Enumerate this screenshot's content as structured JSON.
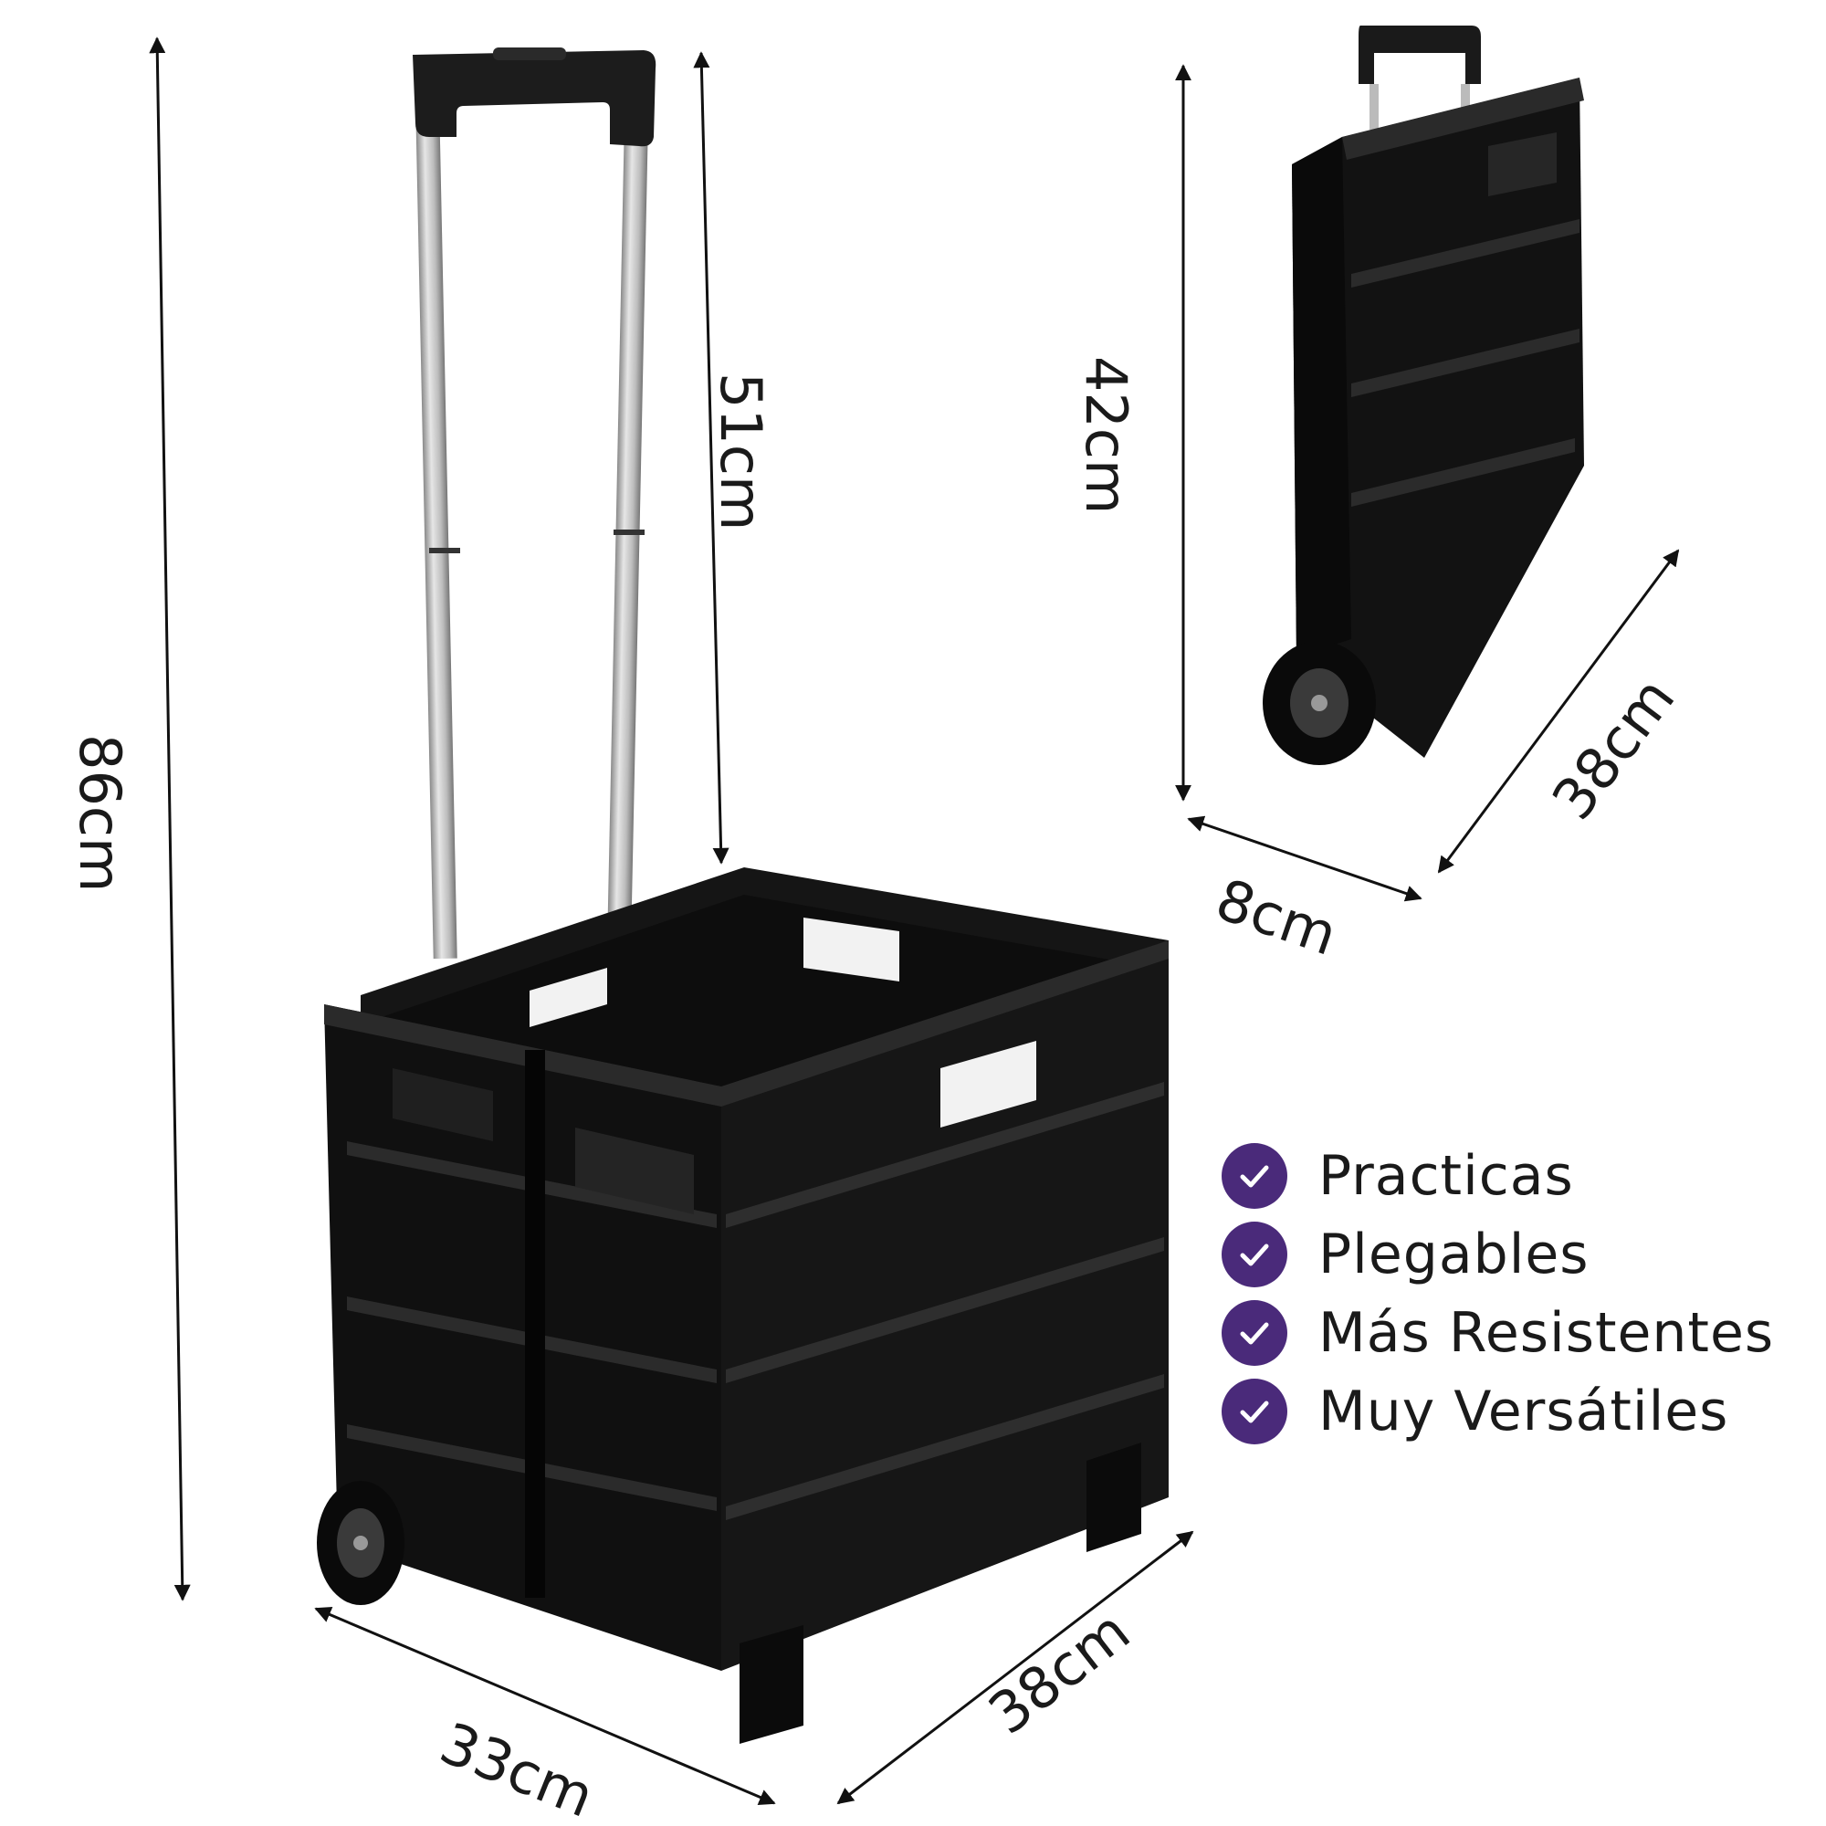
{
  "dimensions": {
    "total_height": "86cm",
    "handle_height": "51cm",
    "base_width": "33cm",
    "base_depth": "38cm",
    "folded_height": "42cm",
    "folded_thickness": "8cm",
    "folded_depth": "38cm"
  },
  "features": [
    {
      "label": "Practicas"
    },
    {
      "label": "Plegables"
    },
    {
      "label": "Más Resistentes"
    },
    {
      "label": "Muy Versátiles"
    }
  ],
  "colors": {
    "check_badge": "#4a2a7a",
    "product": "#111111",
    "handle_pole": "#c9c9c9"
  },
  "icons": {
    "check": "check-circle-icon"
  }
}
